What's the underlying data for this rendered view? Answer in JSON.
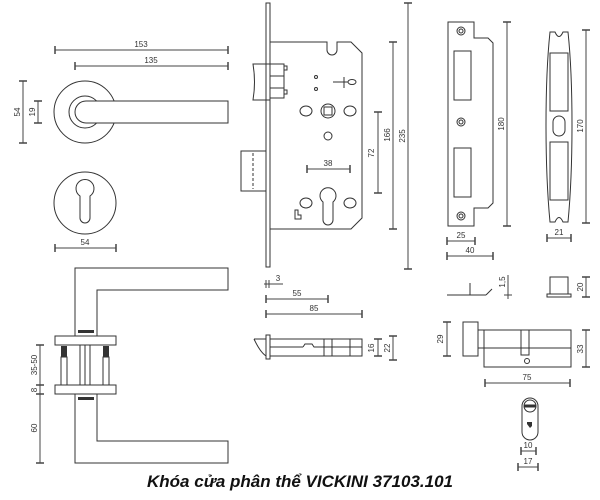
{
  "caption": "Khóa cửa phân thể VICKINI 37103.101",
  "colors": {
    "line": "#333333",
    "background": "#ffffff"
  },
  "dimensions": {
    "handle_length_total": "153",
    "handle_length_lever": "135",
    "rose_height": "54",
    "lever_thickness": "19",
    "escutcheon_diameter": "54",
    "door_thickness": "35-50",
    "rose_thickness": "8",
    "lever_height": "60",
    "lock_body_height": "235",
    "lock_case_height": "166",
    "lock_center_distance": "72",
    "lock_backset": "38",
    "faceplate_thickness": "3",
    "deadbolt_55": "55",
    "deadbolt_85": "85",
    "spindle_16": "16",
    "spindle_22": "22",
    "strike_plate_height": "180",
    "strike_plate_width_25": "25",
    "strike_plate_width_40": "40",
    "box_keep_height": "170",
    "box_keep_width": "21",
    "strike_lip": "1,5",
    "keep_depth": "20",
    "cylinder_knob": "29",
    "cylinder_height": "33",
    "cylinder_length": "75",
    "cylinder_width_10": "10",
    "cylinder_width_17": "17"
  }
}
